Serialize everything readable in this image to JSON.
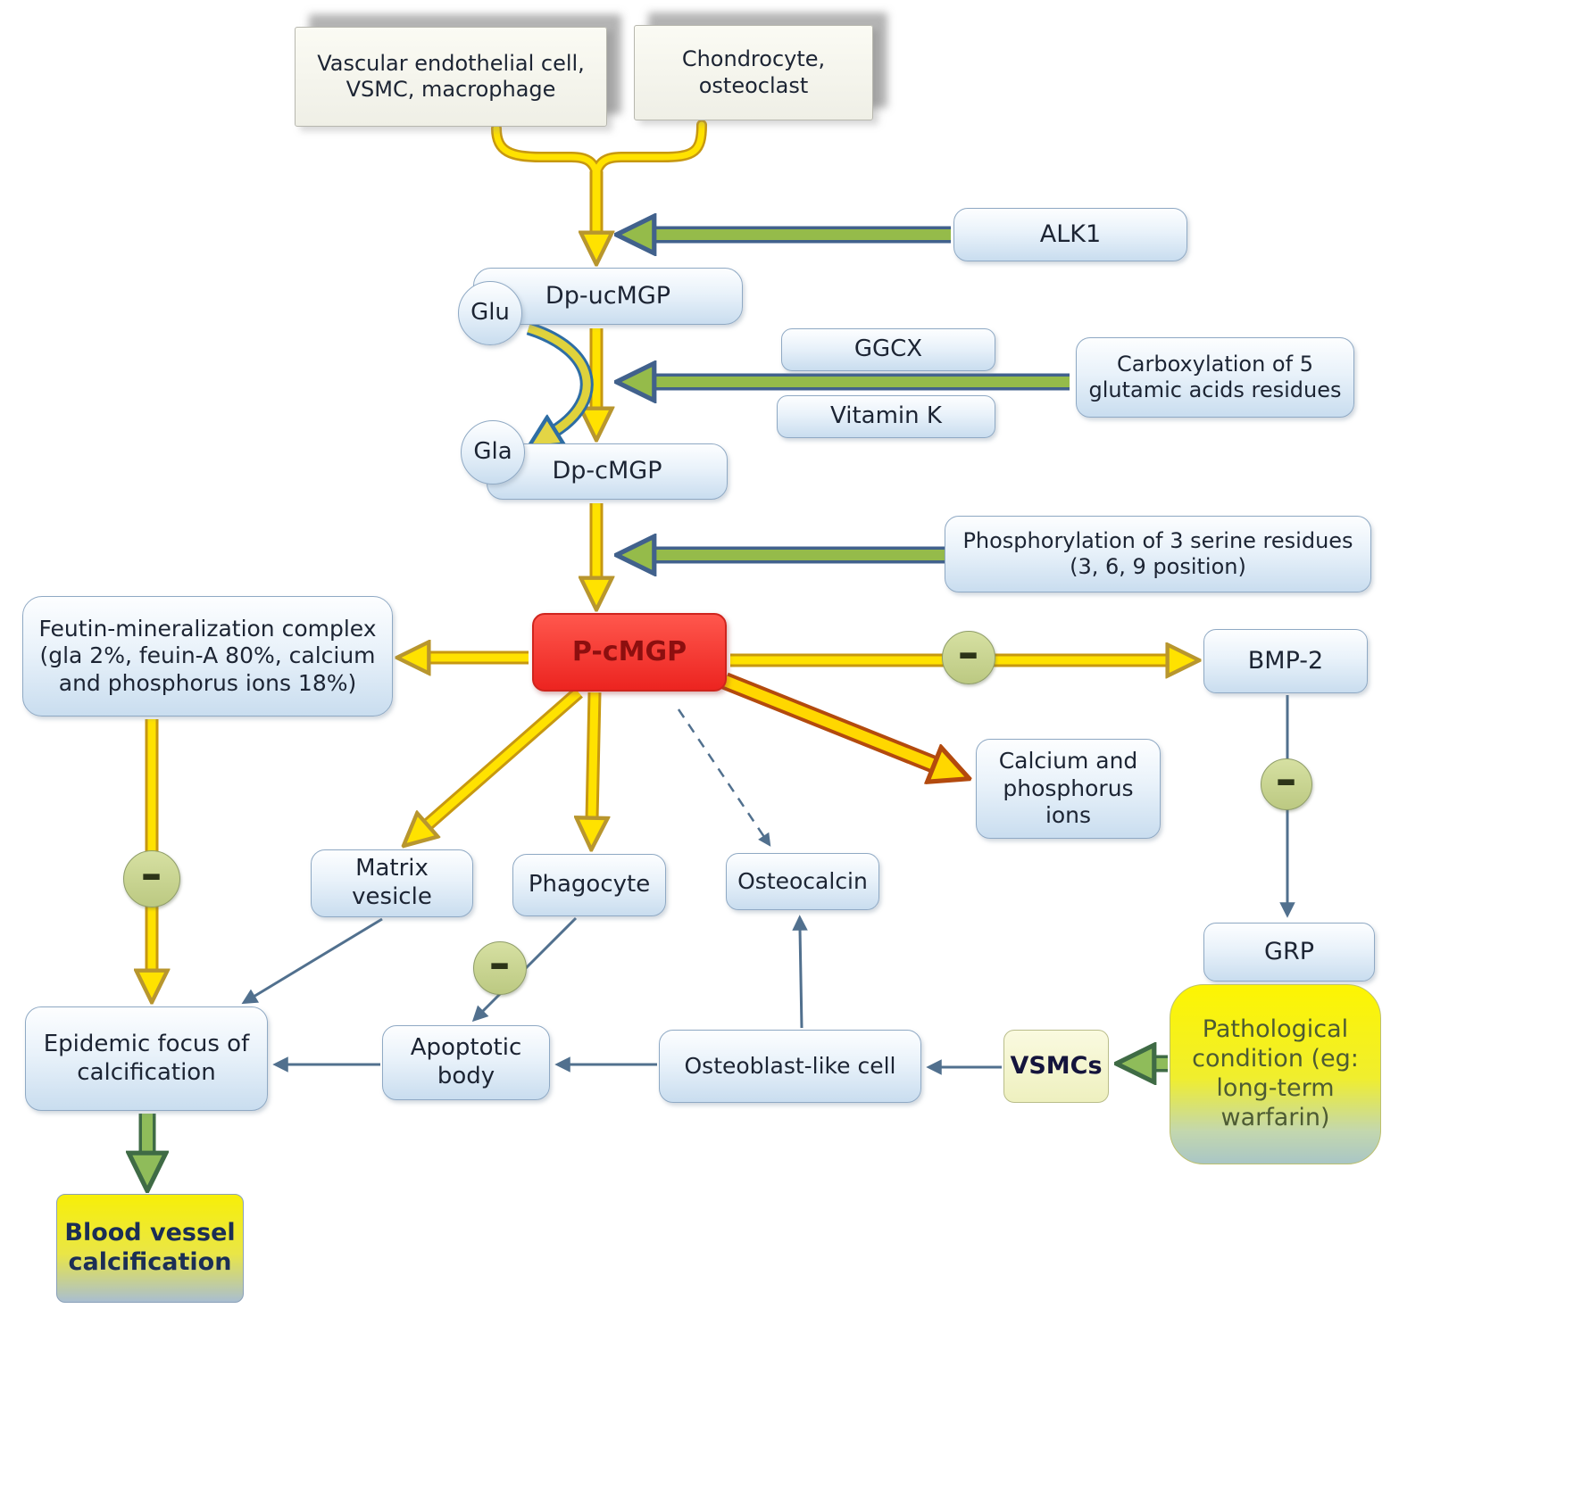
{
  "nodes": {
    "vascular": "Vascular endothelial cell,\nVSMC, macrophage",
    "chondrocyte": "Chondrocyte,\nosteoclast",
    "alk1": "ALK1",
    "glu": "Glu",
    "dp_ucmgp": "Dp-ucMGP",
    "ggcx": "GGCX",
    "vitamin_k": "Vitamin K",
    "carboxylation": "Carboxylation of 5\nglutamic acids residues",
    "gla": "Gla",
    "dp_cmgp": "Dp-cMGP",
    "phosphorylation": "Phosphorylation of 3 serine residues\n(3, 6, 9 position)",
    "p_cmgp": "P-cMGP",
    "feutin": "Feutin-mineralization complex\n(gla 2%, feuin-A 80%, calcium\nand phosphorus ions 18%)",
    "bmp2": "BMP-2",
    "calcium_ions": "Calcium and\nphosphorus\nions",
    "grp": "GRP",
    "matrix_vesicle": "Matrix\nvesicle",
    "phagocyte": "Phagocyte",
    "osteocalcin": "Osteocalcin",
    "epidemic": "Epidemic focus of\ncalcification",
    "apoptotic": "Apoptotic\nbody",
    "osteoblast": "Osteoblast-like cell",
    "vsmcs": "VSMCs",
    "pathological": "Pathological\ncondition (eg:\nlong-term\nwarfarin)",
    "blood_vessel": "Blood vessel\ncalcification"
  },
  "symbols": {
    "inhibition": "-"
  },
  "colors": {
    "node_fill": "#dce9f6",
    "node_border": "#8fa9c4",
    "highlight_red": "#ec2420",
    "arrow_yellow": "#ffe200",
    "arrow_green": "#95bb4a",
    "arrow_slate": "#51708e",
    "inhibit_circle": "#c9d48f",
    "accent_yellow_box": "#f6ee0a"
  }
}
